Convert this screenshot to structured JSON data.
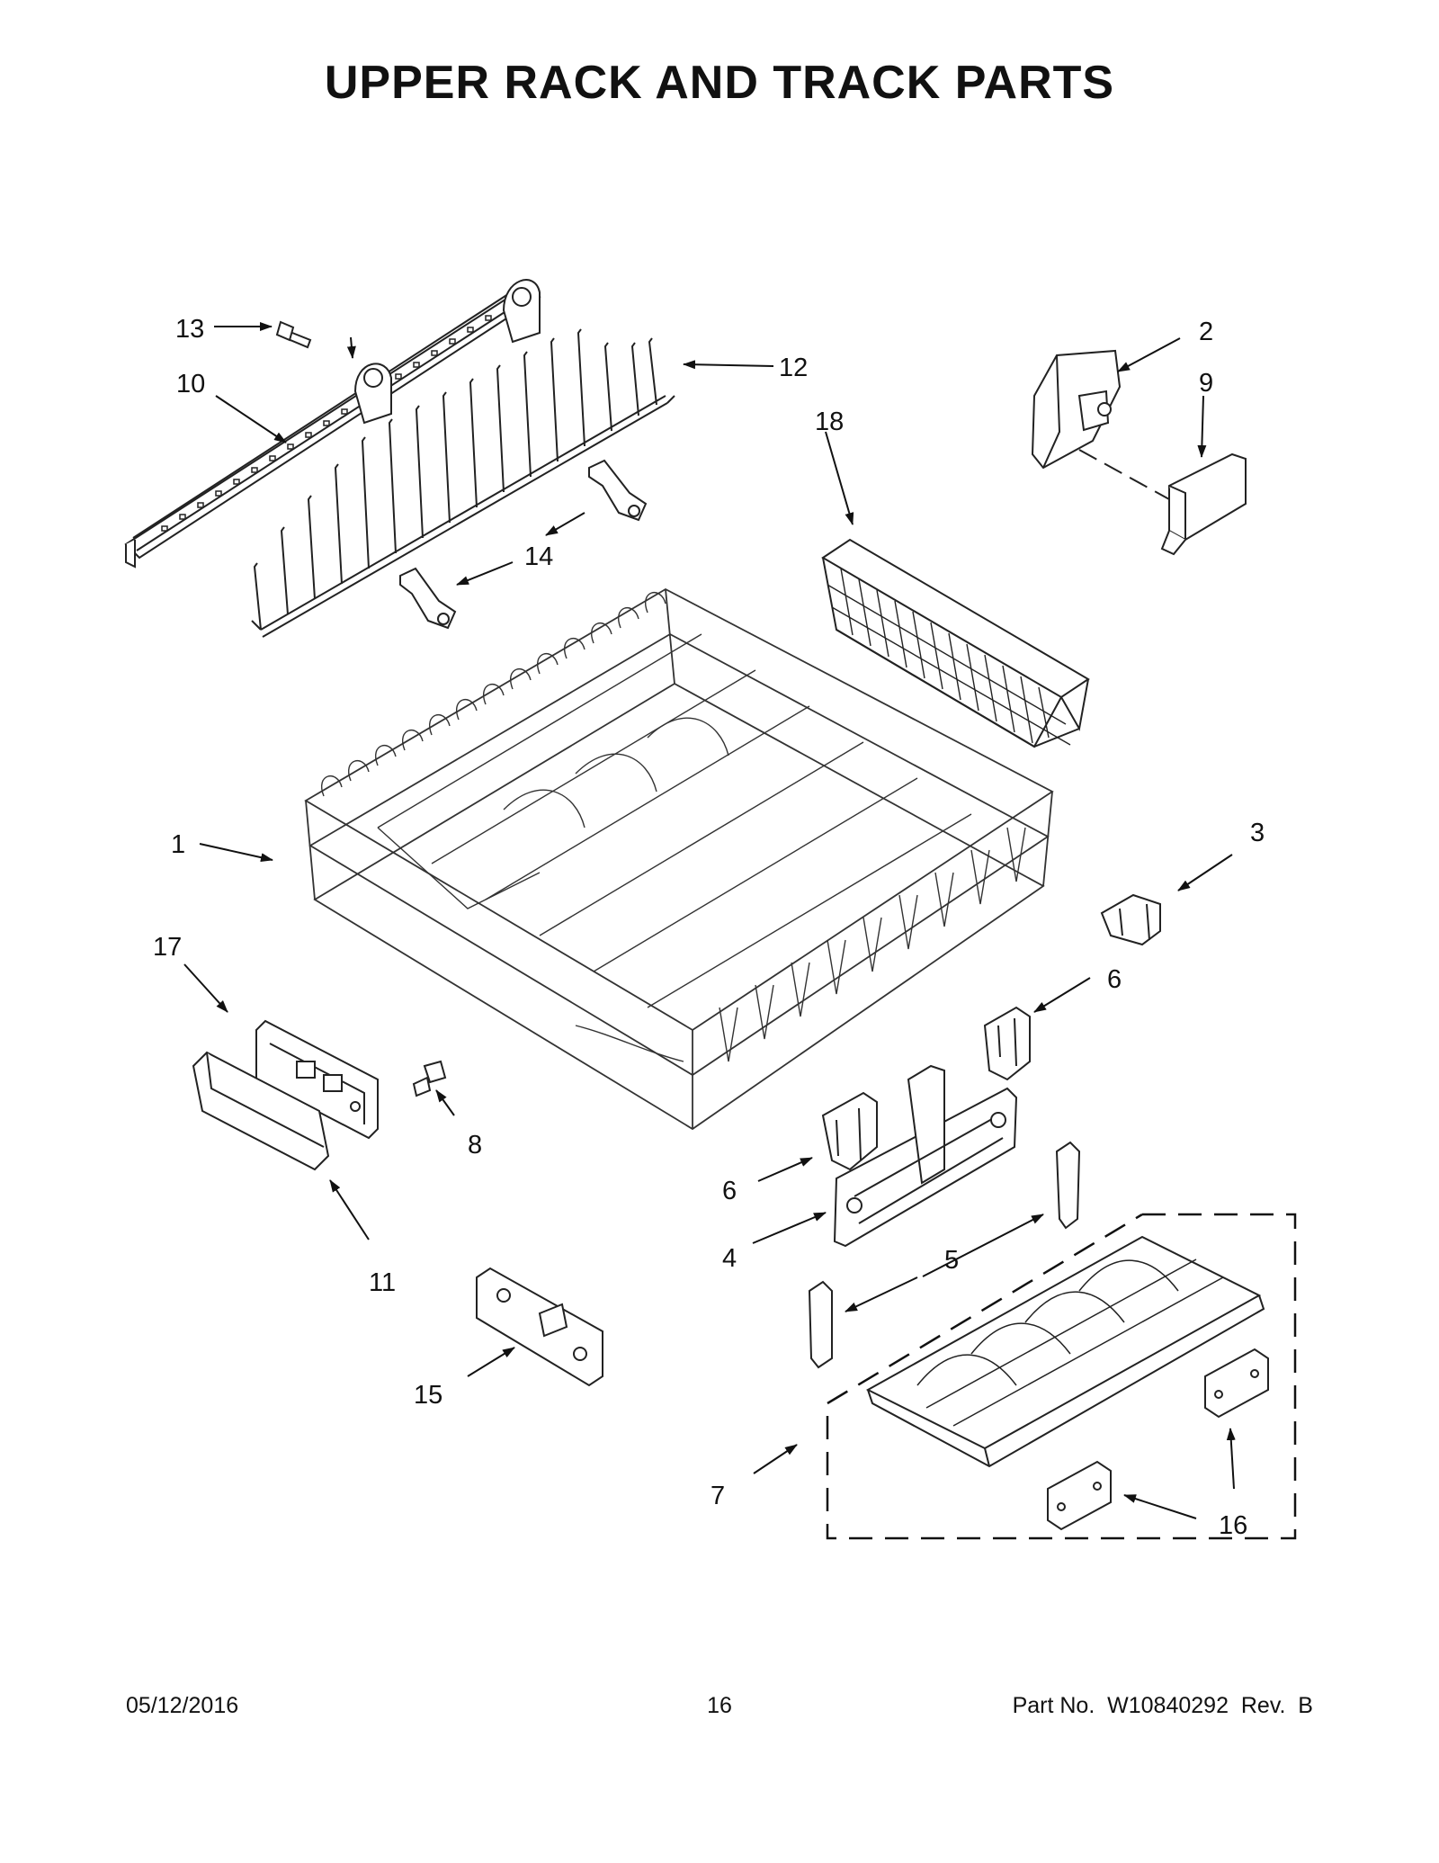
{
  "title": "UPPER RACK AND TRACK PARTS",
  "callouts": {
    "c1": "1",
    "c2": "2",
    "c3": "3",
    "c4": "4",
    "c5": "5",
    "c6a": "6",
    "c6b": "6",
    "c7": "7",
    "c8": "8",
    "c9": "9",
    "c10": "10",
    "c11": "11",
    "c12": "12",
    "c13": "13",
    "c14": "14",
    "c15": "15",
    "c16": "16",
    "c17": "17",
    "c18": "18"
  },
  "footer": {
    "date": "05/12/2016",
    "page": "16",
    "part_no": "Part No.  W10840292  Rev.  B"
  }
}
